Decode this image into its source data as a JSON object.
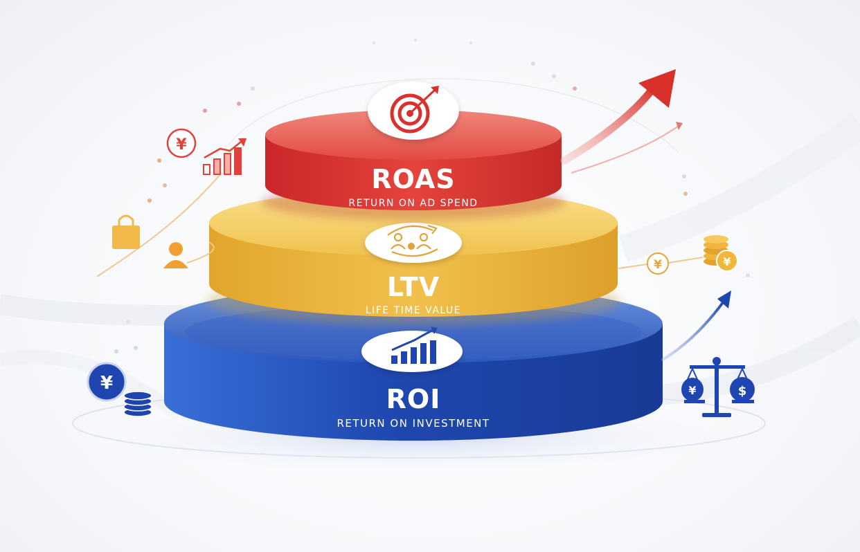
{
  "diagram": {
    "type": "layered-pyramid",
    "tiers": [
      {
        "id": "roas",
        "title": "ROAS",
        "subtitle": "RETURN ON AD SPEND",
        "icon": "target-icon",
        "color": "#dc3b35"
      },
      {
        "id": "ltv",
        "title": "LTV",
        "subtitle": "LIFE TIME VALUE",
        "icon": "customer-loop-icon",
        "color": "#ecb63e"
      },
      {
        "id": "roi",
        "title": "ROI",
        "subtitle": "RETURN ON INVESTMENT",
        "icon": "bar-chart-icon",
        "color": "#1c43a8"
      }
    ],
    "decorations": {
      "currency_symbol": "¥",
      "dollar_symbol": "$"
    }
  }
}
